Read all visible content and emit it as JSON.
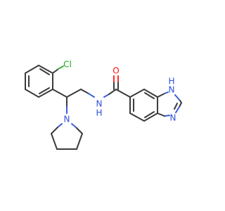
{
  "molecule": {
    "atoms": {
      "oxygen": "O",
      "amide_nitrogen": "N",
      "amide_hydrogen": "H",
      "imidazole_nh": "H",
      "imidazole_nh_n": "N",
      "imidazole_n": "N",
      "pyrrolidine_n": "N",
      "chlorine": "Cl"
    },
    "colors": {
      "bond": "#3b3b3b",
      "oxygen": "#ff0d0d",
      "nitrogen": "#2f4fd8",
      "chlorine": "#1fae1f"
    }
  }
}
